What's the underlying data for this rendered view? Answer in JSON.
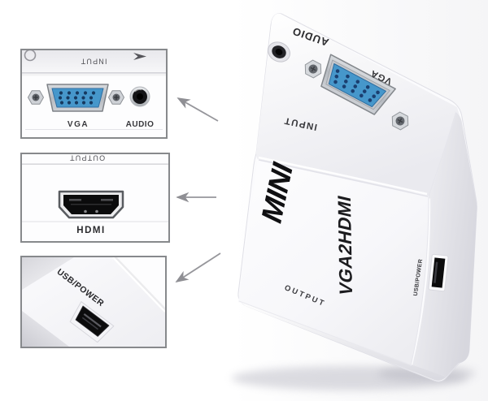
{
  "product": {
    "brand": "MINI",
    "model": "VGA2HDMI"
  },
  "device": {
    "top_labels": {
      "audio": "AUDIO",
      "vga": "VGA",
      "input": "INPUT"
    },
    "front_labels": {
      "output": "OUTPUT"
    },
    "side_labels": {
      "usb_power": "USB/POWER"
    }
  },
  "insets": [
    {
      "panel_label": "INPUT",
      "ports": [
        {
          "name": "VGA"
        },
        {
          "name": "AUDIO"
        }
      ]
    },
    {
      "panel_label": "OUTPUT",
      "ports": [
        {
          "name": "HDMI"
        }
      ]
    },
    {
      "panel_label": "USB/POWER",
      "ports": []
    }
  ],
  "colors": {
    "vga_connector_blue": "#4697cb",
    "vga_pin_navy": "#1b3f70",
    "metal_silver": "#c9ccd1",
    "hdmi_black": "#0c0c0c",
    "arrow_gray": "#96969b",
    "label_dark": "#2e2e2e",
    "inset_border": "#87898c"
  }
}
